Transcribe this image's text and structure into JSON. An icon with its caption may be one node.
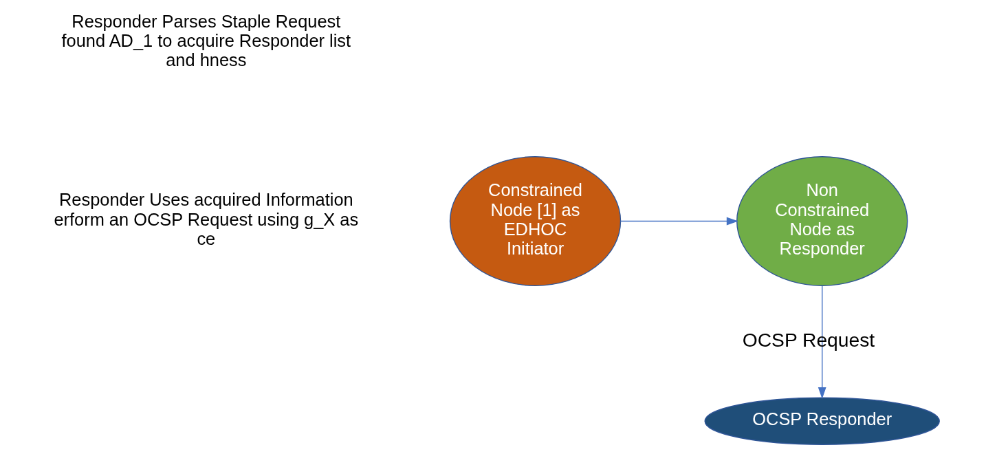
{
  "diagram": {
    "nodes": [
      {
        "text": [
          "OCSP Responder"
        ]
      },
      {
        "text": [
          "Constrained Node [1] as EDHOC Initiator"
        ]
      },
      {
        "text": [
          "Non Constrained Node as Responder"
        ]
      }
    ],
    "edges": [
      {
        "from": 1,
        "to": 2,
        "arrow": "to"
      },
      {
        "from": 2,
        "to": 0,
        "arrow": "to",
        "label": "OCSP Request"
      }
    ],
    "labels": [
      "Responder Parses Staple Request found AD_1 to acquire Responder list and hness",
      "Responder Uses acquired Information erform an OCSP Request using g_X as ce"
    ]
  }
}
